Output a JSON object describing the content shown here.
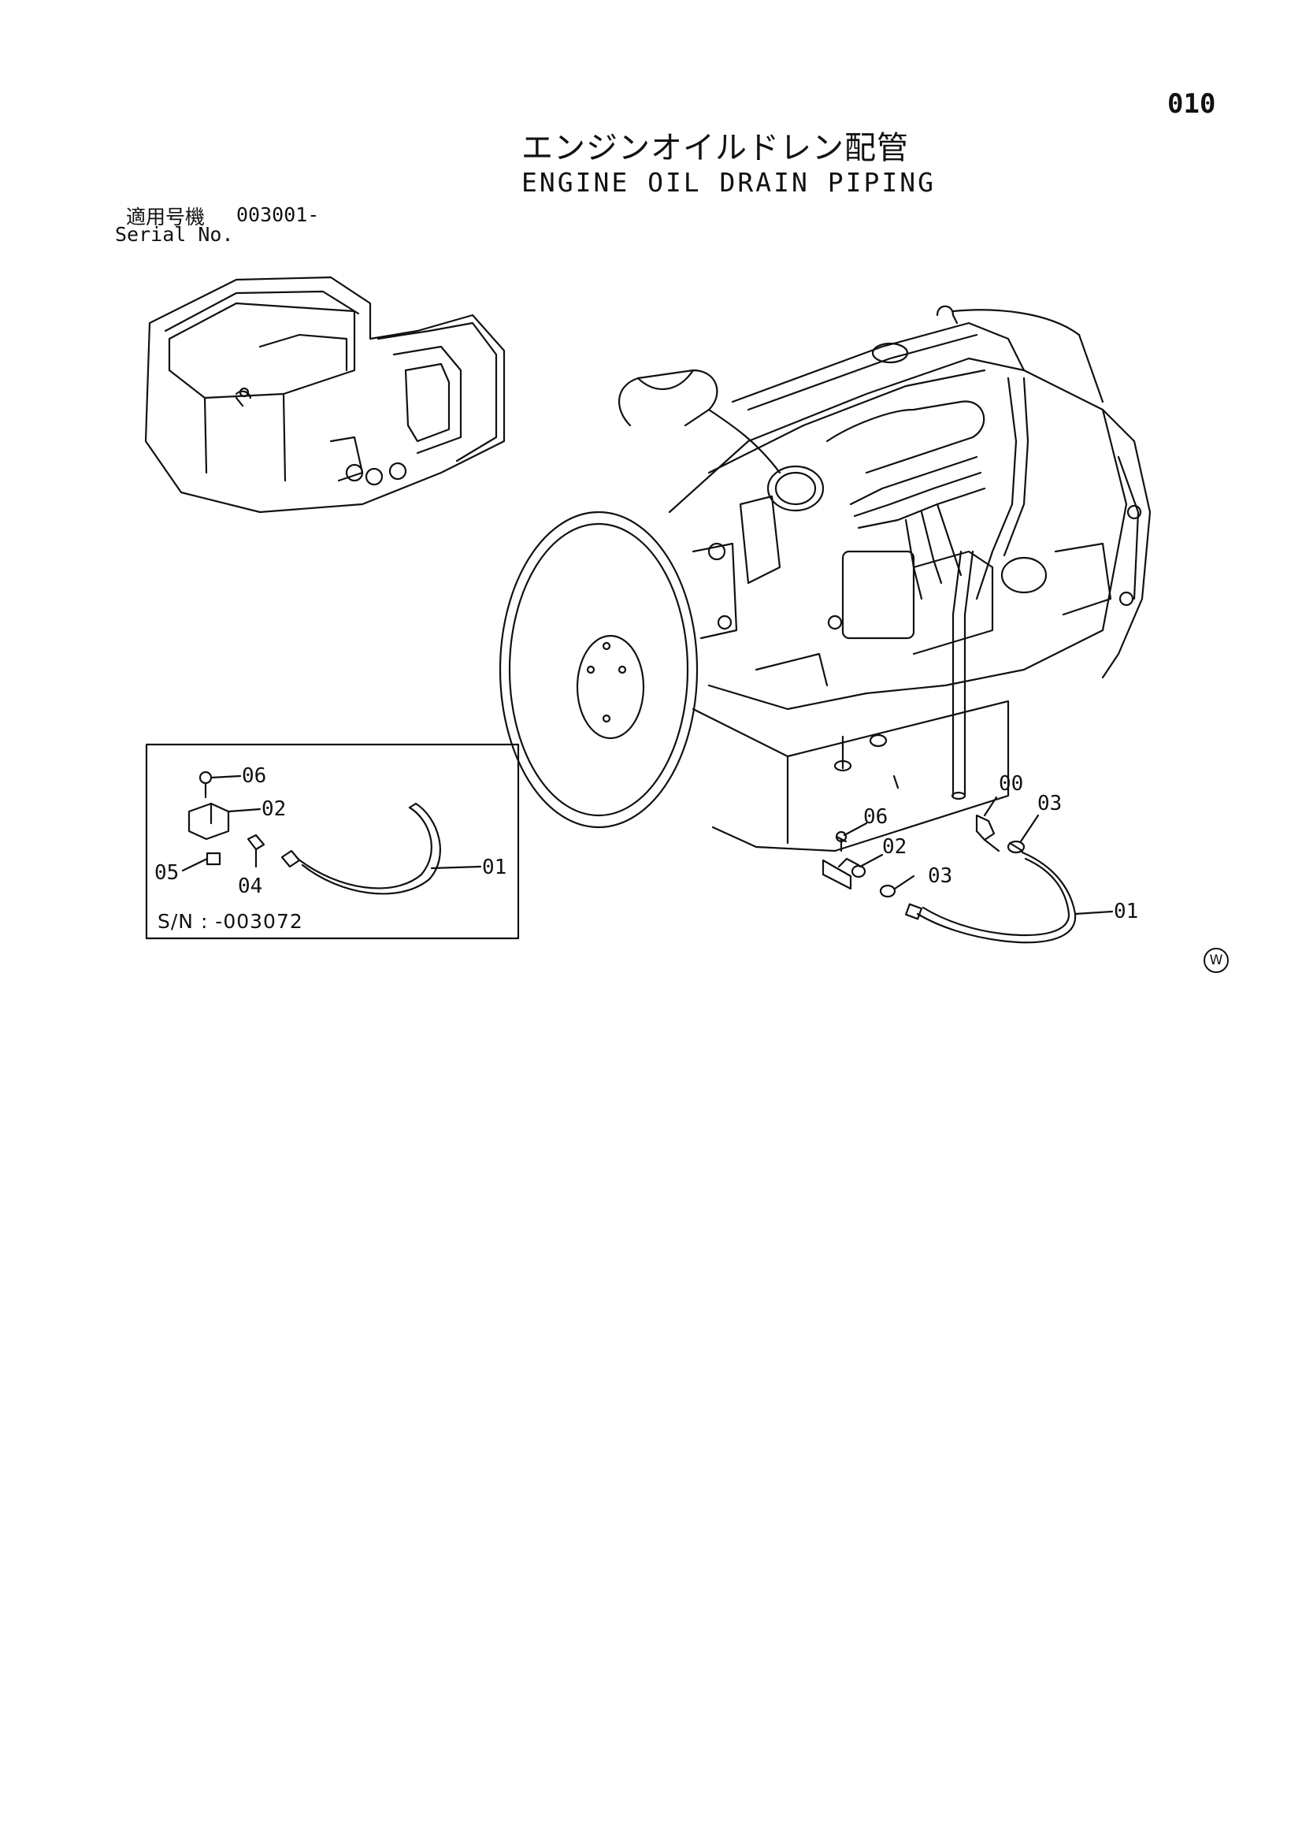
{
  "page": {
    "number": "010",
    "title_jp": "エンジンオイルドレン配管",
    "title_en": "ENGINE OIL DRAIN PIPING",
    "serial_label_jp": "適用号機",
    "serial_range": "003001-",
    "serial_label_en": "Serial No."
  },
  "inset": {
    "serial_note": "S/N : -003072",
    "callouts": [
      "06",
      "02",
      "05",
      "04",
      "01"
    ]
  },
  "main": {
    "callouts": [
      "00",
      "03",
      "06",
      "02",
      "03",
      "01"
    ]
  },
  "watermark": "W"
}
